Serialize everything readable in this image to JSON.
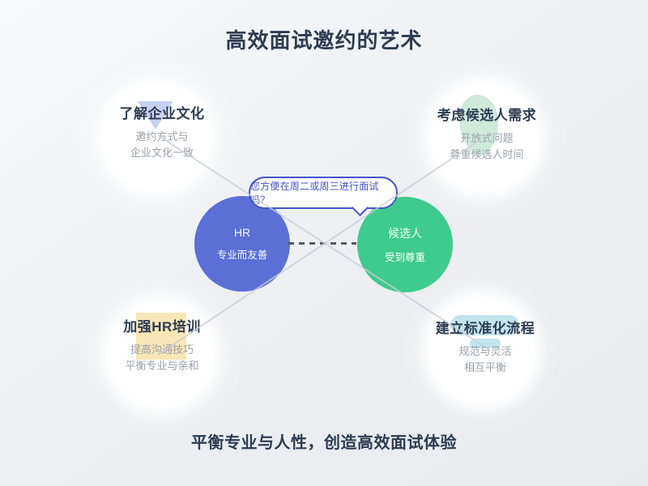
{
  "title": "高效面试邀约的艺术",
  "footer": "平衡专业与人性，创造高效面试体验",
  "bubble": {
    "text": "您方便在周二或周三进行面试吗？"
  },
  "center": {
    "hr": {
      "label": "HR",
      "sublabel": "专业而友善"
    },
    "candidate": {
      "label": "候选人",
      "sublabel": "受到尊重"
    }
  },
  "corners": {
    "top_left": {
      "title": "了解企业文化",
      "line1": "邀约方式与",
      "line2": "企业文化一致"
    },
    "top_right": {
      "title": "考虑候选人需求",
      "line1": "开放式问题",
      "line2": "尊重候选人时间"
    },
    "bottom_left": {
      "title": "加强HR培训",
      "line1": "提高沟通技巧",
      "line2": "平衡专业与亲和"
    },
    "bottom_right": {
      "title": "建立标准化流程",
      "line1": "规范与灵活",
      "line2": "相互平衡"
    }
  },
  "colors": {
    "hr_circle": "#5b6fd7",
    "candidate_circle": "#3ecb8d",
    "bubble_accent": "#4355c6",
    "heading_text": "#2d3c53",
    "muted_text": "#98a0ab",
    "dash_connector": "#565b63",
    "highlight_blue_triangle": "#c5d2f2",
    "highlight_green_blob": "#cdeada",
    "highlight_yellow_square": "#f9e6b6",
    "highlight_teal_pill": "#c2e5ed",
    "background_top": "#f7f8fa",
    "background_bottom": "#e7e9ed"
  }
}
